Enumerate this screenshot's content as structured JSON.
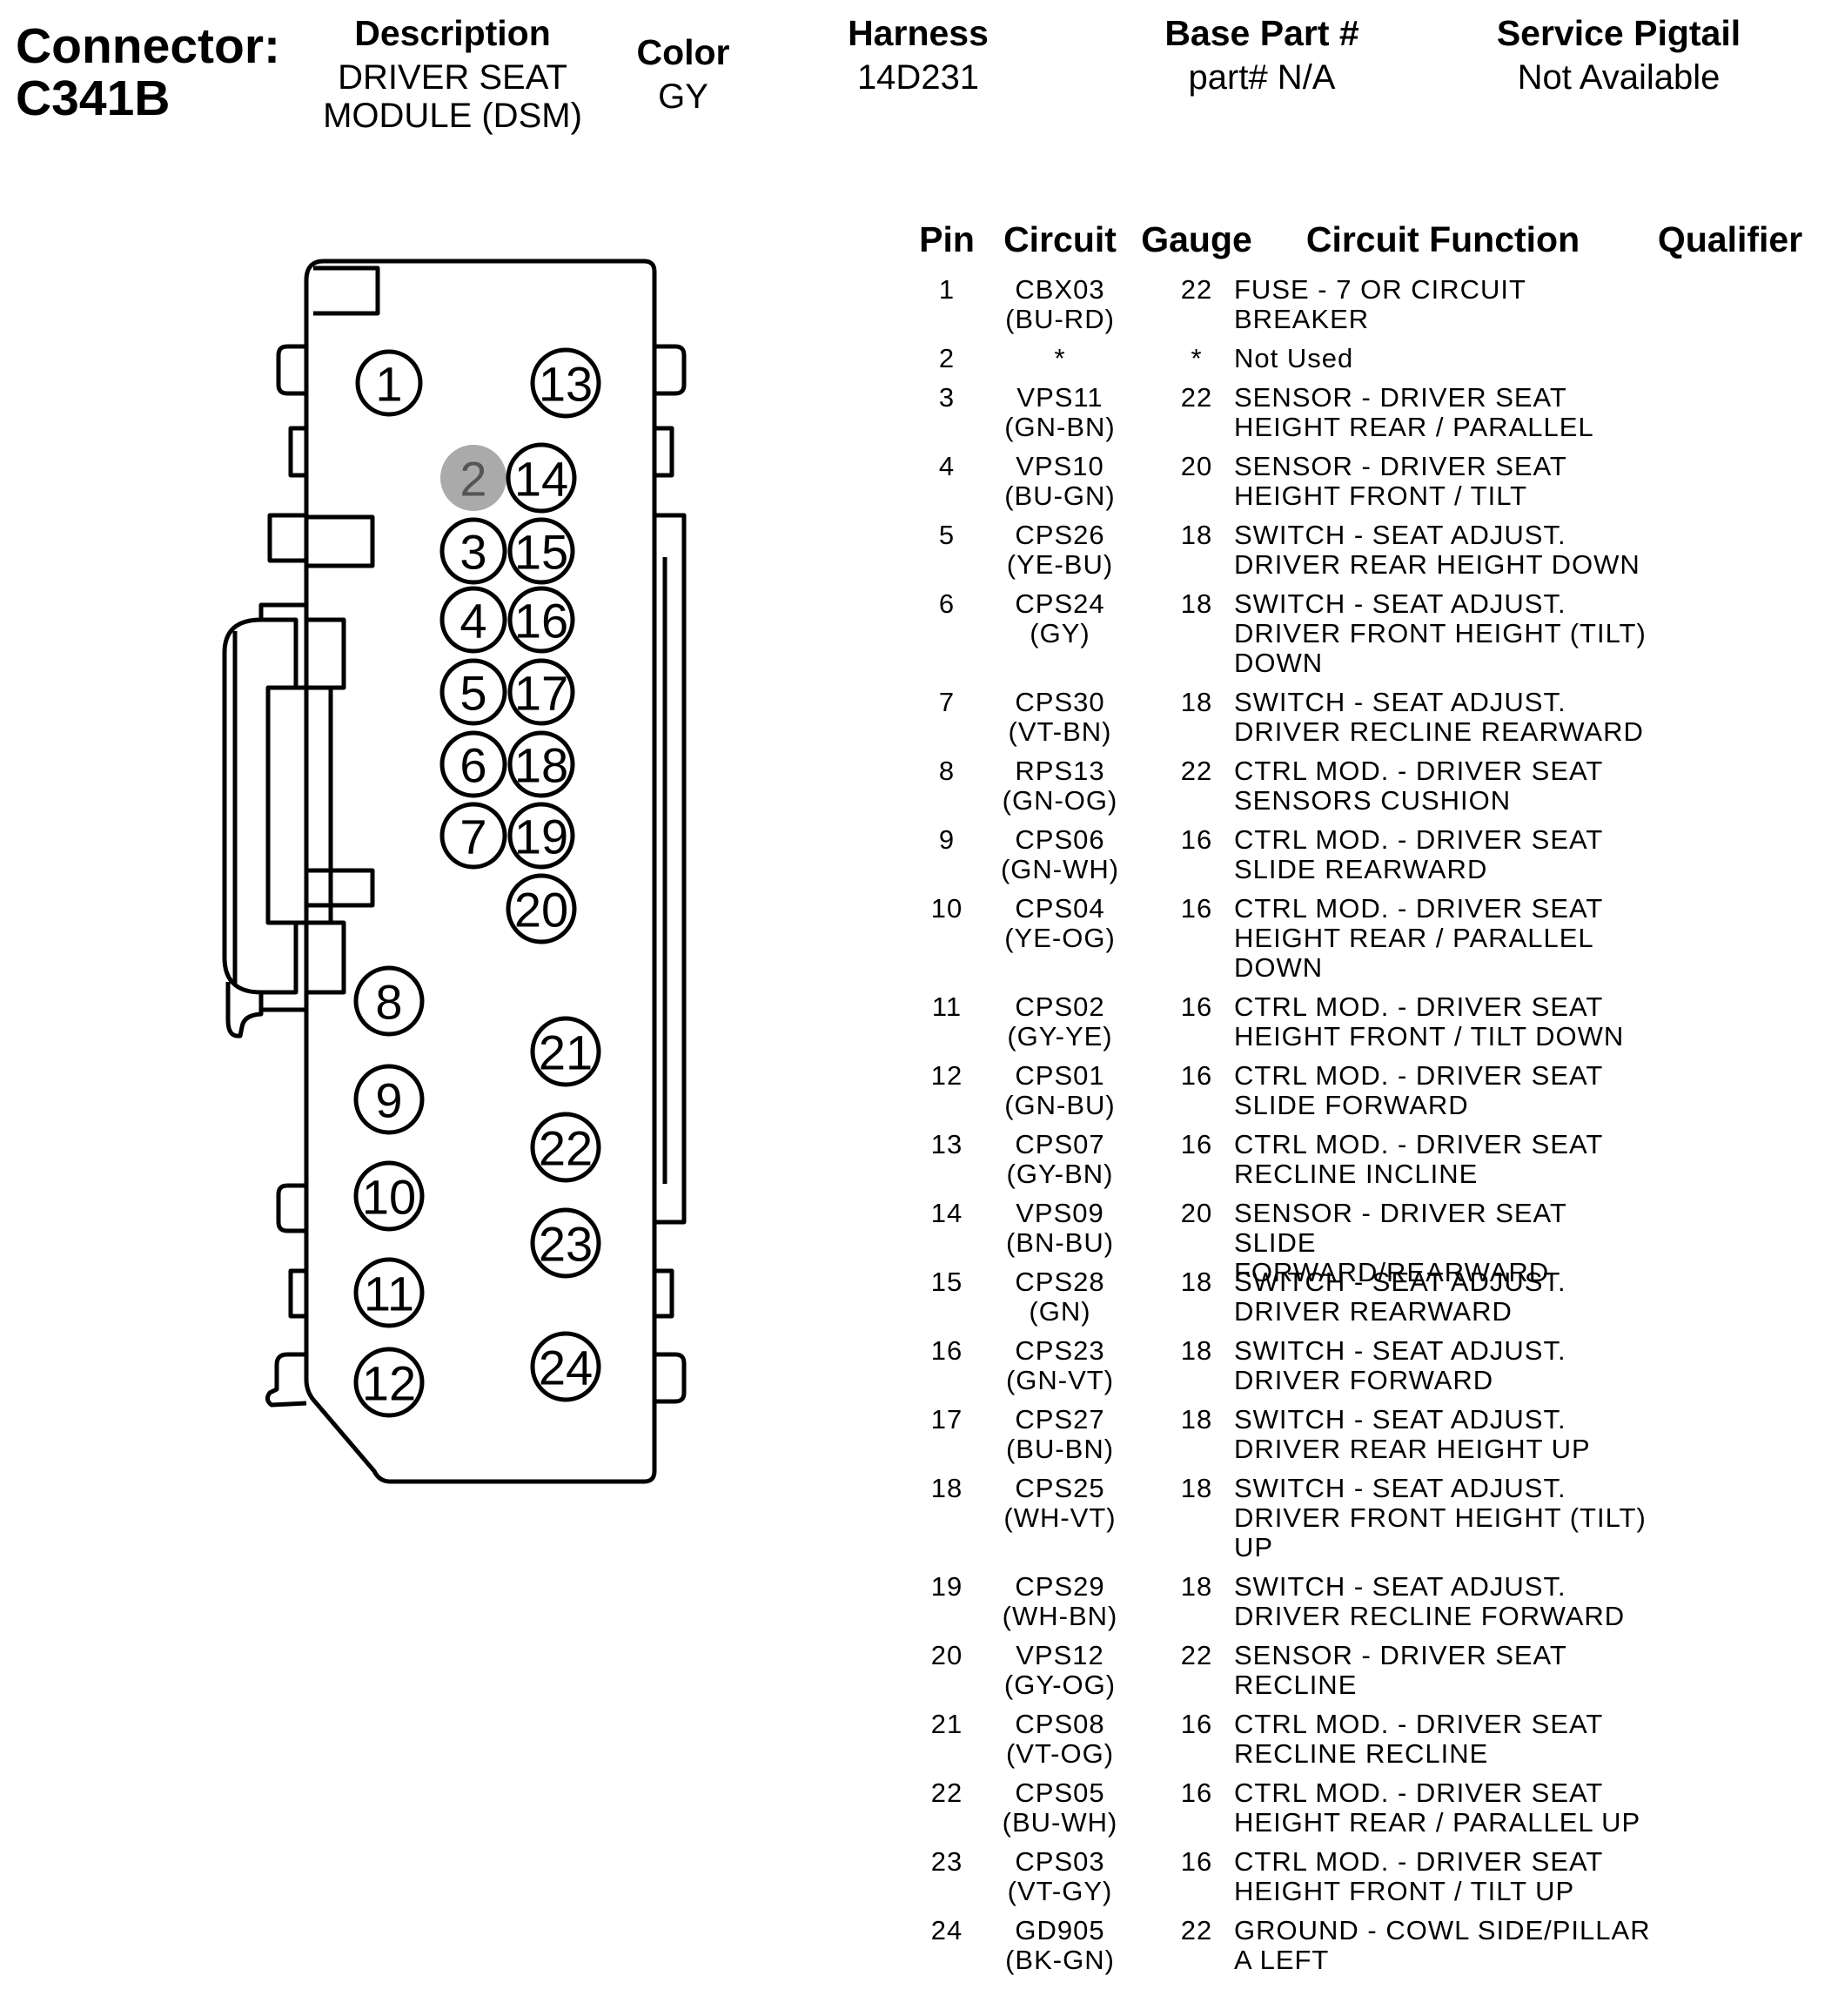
{
  "header": {
    "connector_label": "Connector:",
    "connector_id": "C341B",
    "description_label": "Description",
    "description_line1": "DRIVER SEAT",
    "description_line2": "MODULE (DSM)",
    "color_label": "Color",
    "color_value": "GY",
    "harness_label": "Harness",
    "harness_value": "14D231",
    "base_part_label": "Base Part #",
    "base_part_value": "part# N/A",
    "pigtail_label": "Service Pigtail",
    "pigtail_value": "Not Available"
  },
  "connector": {
    "cavity_labels": [
      "1",
      "2",
      "3",
      "4",
      "5",
      "6",
      "7",
      "8",
      "9",
      "10",
      "11",
      "12",
      "13",
      "14",
      "15",
      "16",
      "17",
      "18",
      "19",
      "20",
      "21",
      "22",
      "23",
      "24"
    ],
    "unused_cavity": "2",
    "unused_fill": "#aaaaaa"
  },
  "table": {
    "headers": {
      "pin": "Pin",
      "circuit": "Circuit",
      "gauge": "Gauge",
      "function": "Circuit Function",
      "qualifier": "Qualifier"
    },
    "rows": [
      {
        "pin": "1",
        "circuit": "CBX03",
        "color": "(BU-RD)",
        "gauge": "22",
        "function": "FUSE - 7 OR CIRCUIT\nBREAKER",
        "qualifier": ""
      },
      {
        "pin": "2",
        "circuit": "*",
        "color": "",
        "gauge": "*",
        "function": "Not Used",
        "qualifier": ""
      },
      {
        "pin": "3",
        "circuit": "VPS11",
        "color": "(GN-BN)",
        "gauge": "22",
        "function": "SENSOR - DRIVER SEAT\nHEIGHT REAR / PARALLEL",
        "qualifier": ""
      },
      {
        "pin": "4",
        "circuit": "VPS10",
        "color": "(BU-GN)",
        "gauge": "20",
        "function": "SENSOR - DRIVER SEAT\nHEIGHT FRONT / TILT",
        "qualifier": ""
      },
      {
        "pin": "5",
        "circuit": "CPS26",
        "color": "(YE-BU)",
        "gauge": "18",
        "function": "SWITCH - SEAT ADJUST.\nDRIVER REAR HEIGHT DOWN",
        "qualifier": ""
      },
      {
        "pin": "6",
        "circuit": "CPS24",
        "color": "(GY)",
        "gauge": "18",
        "function": "SWITCH - SEAT ADJUST.\nDRIVER FRONT HEIGHT (TILT)\nDOWN",
        "qualifier": ""
      },
      {
        "pin": "7",
        "circuit": "CPS30",
        "color": "(VT-BN)",
        "gauge": "18",
        "function": "SWITCH - SEAT ADJUST.\nDRIVER RECLINE REARWARD",
        "qualifier": ""
      },
      {
        "pin": "8",
        "circuit": "RPS13",
        "color": "(GN-OG)",
        "gauge": "22",
        "function": "CTRL MOD. - DRIVER SEAT\nSENSORS CUSHION",
        "qualifier": ""
      },
      {
        "pin": "9",
        "circuit": "CPS06",
        "color": "(GN-WH)",
        "gauge": "16",
        "function": "CTRL MOD. - DRIVER SEAT\nSLIDE REARWARD",
        "qualifier": ""
      },
      {
        "pin": "10",
        "circuit": "CPS04",
        "color": "(YE-OG)",
        "gauge": "16",
        "function": "CTRL MOD. - DRIVER SEAT\nHEIGHT REAR / PARALLEL\nDOWN",
        "qualifier": ""
      },
      {
        "pin": "11",
        "circuit": "CPS02",
        "color": "(GY-YE)",
        "gauge": "16",
        "function": "CTRL MOD. - DRIVER SEAT\nHEIGHT FRONT / TILT DOWN",
        "qualifier": ""
      },
      {
        "pin": "12",
        "circuit": "CPS01",
        "color": "(GN-BU)",
        "gauge": "16",
        "function": "CTRL MOD. - DRIVER SEAT\nSLIDE FORWARD",
        "qualifier": ""
      },
      {
        "pin": "13",
        "circuit": "CPS07",
        "color": "(GY-BN)",
        "gauge": "16",
        "function": "CTRL MOD. - DRIVER SEAT\nRECLINE INCLINE",
        "qualifier": ""
      },
      {
        "pin": "14",
        "circuit": "VPS09",
        "color": "(BN-BU)",
        "gauge": "20",
        "function": "SENSOR - DRIVER SEAT SLIDE\nFORWARD/REARWARD",
        "qualifier": ""
      },
      {
        "pin": "15",
        "circuit": "CPS28",
        "color": "(GN)",
        "gauge": "18",
        "function": "SWITCH - SEAT ADJUST.\nDRIVER REARWARD",
        "qualifier": ""
      },
      {
        "pin": "16",
        "circuit": "CPS23",
        "color": "(GN-VT)",
        "gauge": "18",
        "function": "SWITCH - SEAT ADJUST.\nDRIVER FORWARD",
        "qualifier": ""
      },
      {
        "pin": "17",
        "circuit": "CPS27",
        "color": "(BU-BN)",
        "gauge": "18",
        "function": "SWITCH - SEAT ADJUST.\nDRIVER REAR HEIGHT UP",
        "qualifier": ""
      },
      {
        "pin": "18",
        "circuit": "CPS25",
        "color": "(WH-VT)",
        "gauge": "18",
        "function": "SWITCH - SEAT ADJUST.\nDRIVER FRONT HEIGHT (TILT)\nUP",
        "qualifier": ""
      },
      {
        "pin": "19",
        "circuit": "CPS29",
        "color": "(WH-BN)",
        "gauge": "18",
        "function": "SWITCH - SEAT ADJUST.\nDRIVER RECLINE FORWARD",
        "qualifier": ""
      },
      {
        "pin": "20",
        "circuit": "VPS12",
        "color": "(GY-OG)",
        "gauge": "22",
        "function": "SENSOR - DRIVER SEAT\nRECLINE",
        "qualifier": ""
      },
      {
        "pin": "21",
        "circuit": "CPS08",
        "color": "(VT-OG)",
        "gauge": "16",
        "function": "CTRL MOD. - DRIVER SEAT\nRECLINE RECLINE",
        "qualifier": ""
      },
      {
        "pin": "22",
        "circuit": "CPS05",
        "color": "(BU-WH)",
        "gauge": "16",
        "function": "CTRL MOD. - DRIVER SEAT\nHEIGHT REAR / PARALLEL UP",
        "qualifier": ""
      },
      {
        "pin": "23",
        "circuit": "CPS03",
        "color": "(VT-GY)",
        "gauge": "16",
        "function": "CTRL MOD. - DRIVER SEAT\nHEIGHT FRONT / TILT UP",
        "qualifier": ""
      },
      {
        "pin": "24",
        "circuit": "GD905",
        "color": "(BK-GN)",
        "gauge": "22",
        "function": "GROUND - COWL SIDE/PILLAR\nA LEFT",
        "qualifier": ""
      }
    ]
  }
}
